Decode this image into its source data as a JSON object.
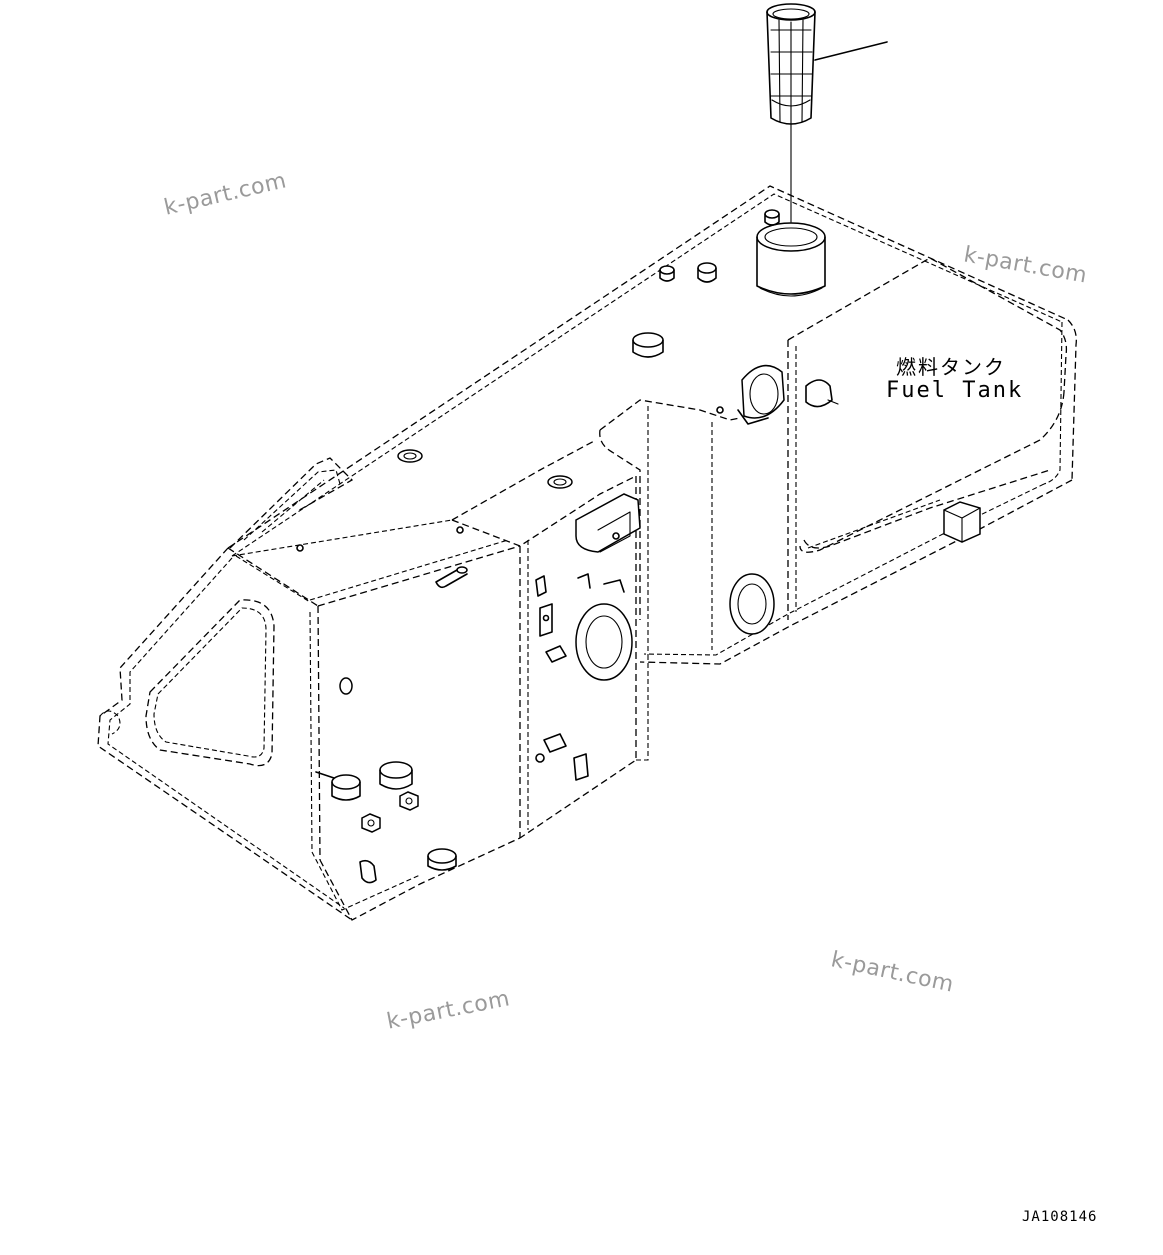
{
  "labels": {
    "part_name_jp": "燃料タンク",
    "part_name_en": "Fuel Tank"
  },
  "drawing_number": "JA108146",
  "watermarks": [
    "k-part.com",
    "k-part.com",
    "k-part.com",
    "k-part.com"
  ]
}
